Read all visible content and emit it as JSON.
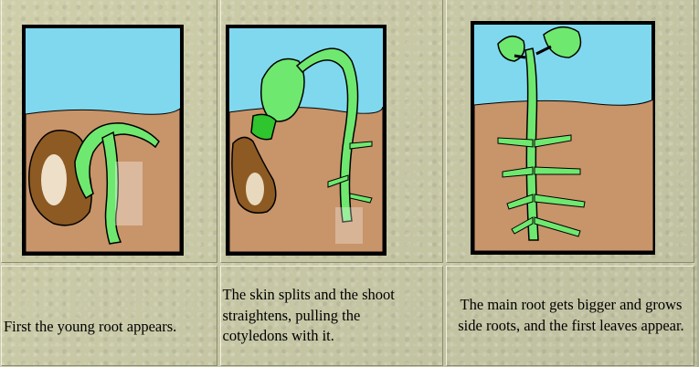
{
  "stages": [
    {
      "caption": "First the young root appears.",
      "align": "left"
    },
    {
      "caption": "The skin splits and the shoot straightens, pulling the cotyledons with it.",
      "align": "left"
    },
    {
      "caption": "The main root gets bigger and grows side roots, and the first leaves appear.",
      "align": "center"
    }
  ],
  "colors": {
    "sky": "#7fd8ee",
    "soil": "#c8946a",
    "plant": "#6fe86f",
    "seed": "#8c5a22",
    "frame": "#000000"
  }
}
